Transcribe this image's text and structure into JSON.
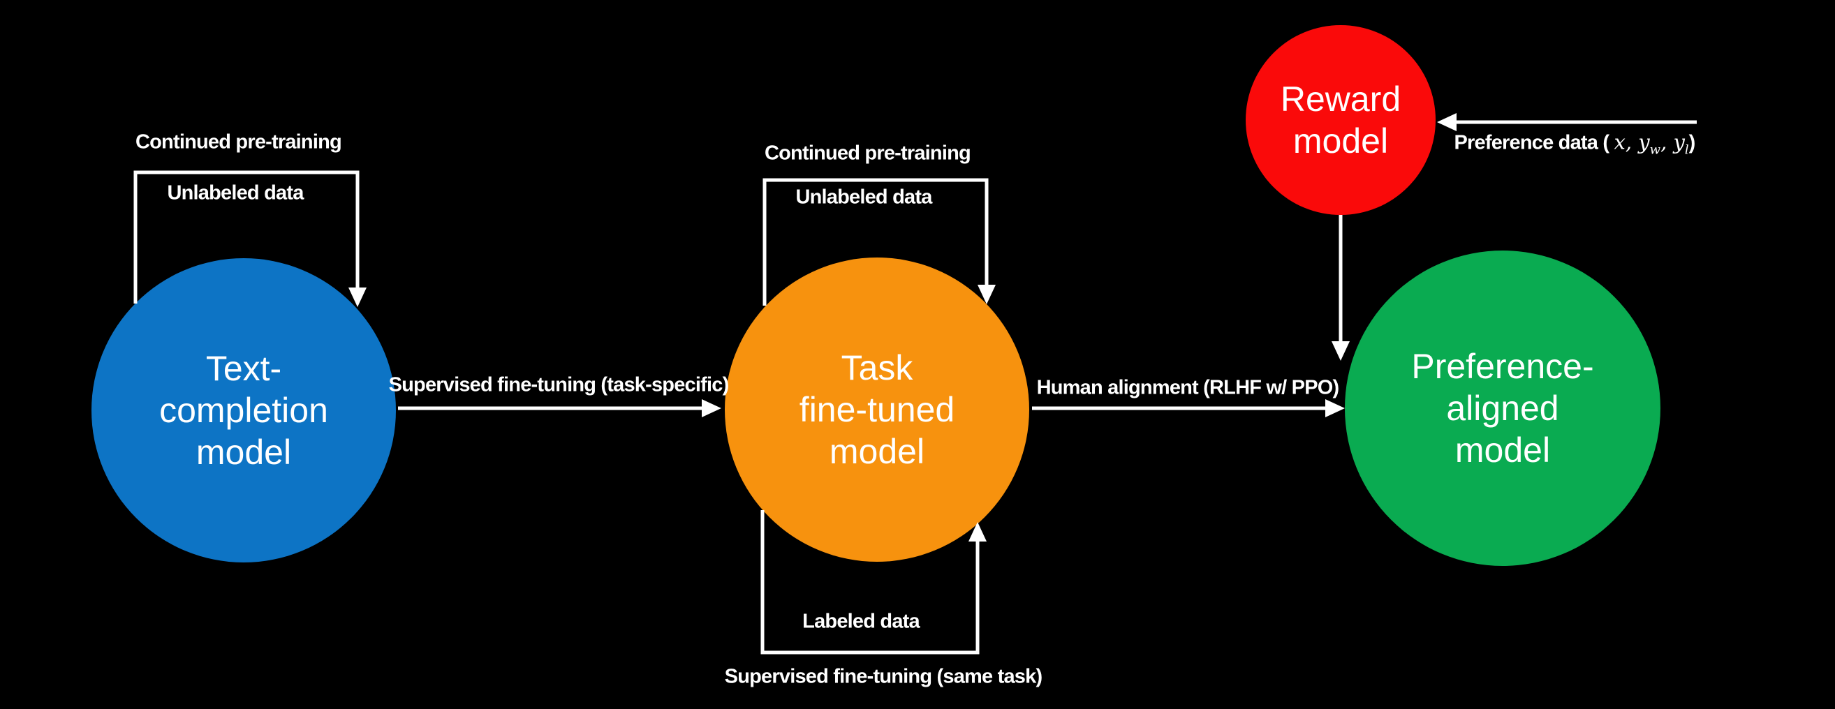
{
  "background_color": "#000000",
  "line_color": "#FFFFFF",
  "text_color": "#FFFFFF",
  "nodes": {
    "text_completion": {
      "label": "Text-\ncompletion\nmodel",
      "color": "#0D74C5"
    },
    "task_fine_tuned": {
      "label": "Task\nfine-tuned\nmodel",
      "color": "#F7920E"
    },
    "reward": {
      "label": "Reward\nmodel",
      "color": "#FA0A0A"
    },
    "preference_aligned": {
      "label": "Preference-\naligned\nmodel",
      "color": "#0AAB51"
    }
  },
  "edge_labels": {
    "continued_pretraining_left": "Continued pre-training",
    "unlabeled_data_left": "Unlabeled data",
    "sft_task_specific": "Supervised fine-tuning (task-specific)",
    "continued_pretraining_mid": "Continued pre-training",
    "unlabeled_data_mid": "Unlabeled data",
    "labeled_data": "Labeled data",
    "sft_same_task": "Supervised fine-tuning (same task)",
    "human_alignment": "Human alignment (RLHF w/ PPO)",
    "preference_data": {
      "prefix": "Preference data ( ",
      "var1": "x",
      "sep1": ", ",
      "var2": "y",
      "sub2": "w",
      "sep2": ", ",
      "var3": "y",
      "sub3": "l",
      "suffix": ")"
    }
  }
}
